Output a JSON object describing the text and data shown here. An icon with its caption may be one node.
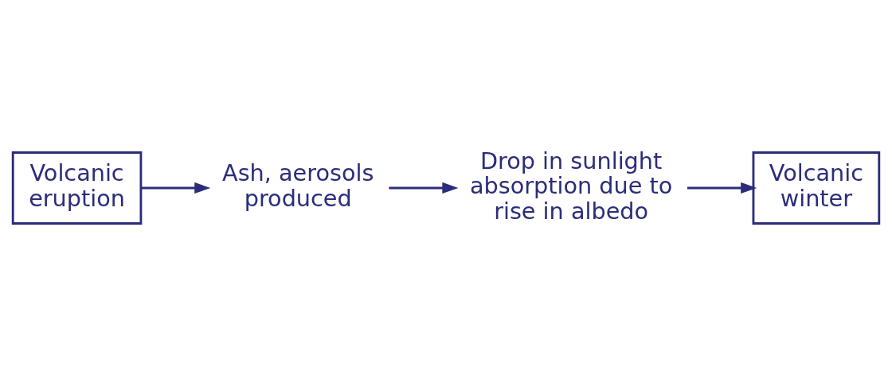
{
  "diagram": {
    "nodes": [
      {
        "text": [
          "Volcanic eruption"
        ]
      },
      {
        "text": [
          "Ash, aerosols produced"
        ]
      },
      {
        "text": [
          "Drop in sunlight absorption due to rise in albedo"
        ]
      },
      {
        "text": [
          "Volcanic winter"
        ]
      }
    ],
    "edges": [
      {
        "from": 0,
        "to": 1,
        "arrow": "to"
      },
      {
        "from": 1,
        "to": 2,
        "arrow": "to"
      },
      {
        "from": 2,
        "to": 3,
        "arrow": "to"
      }
    ]
  }
}
